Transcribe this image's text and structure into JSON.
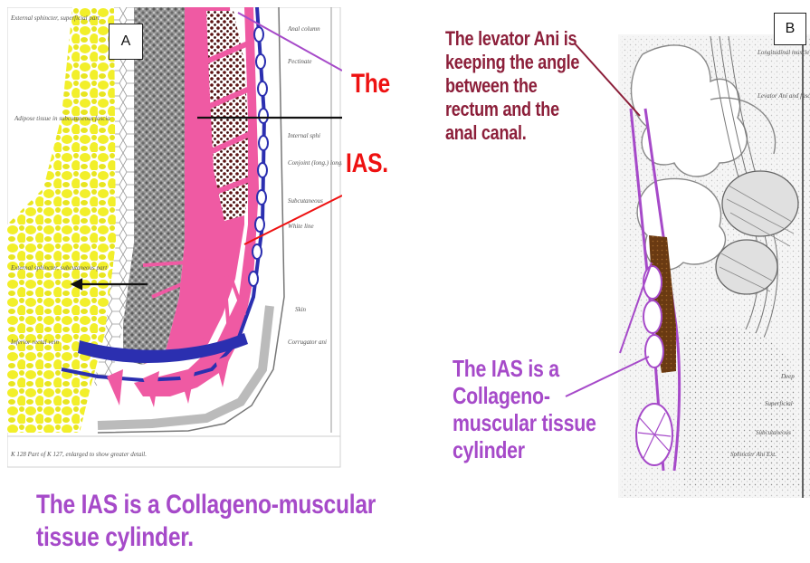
{
  "panel_a": {
    "letter": "A",
    "the_label": "The",
    "ias_label": "IAS.",
    "caption": "The IAS is a Collageno-muscular tissue cylinder.",
    "small_labels": {
      "anal_columns": "Anal column",
      "external_sphincter_superficial": "External sphincter, superficial part",
      "pectinate": "Pectinate",
      "adipose_tissue": "Adipose tissue in subcutaneous fascia",
      "internal_sphincter": "Internal sphi",
      "conjoint_longitudinal": "Conjoint (long.) longitudinal",
      "subcutaneous": "Subcutaneous",
      "white_line": "White line",
      "external_sphincter_subcutaneous": "External sphincter, subcutaneous part",
      "skin": "Skin",
      "inferior_rectal_vein": "Inferior rectal vein",
      "corrugator_ani": "Corrugator ani",
      "figure_caption": "K 128 Part of K 127, enlarged to show greater detail."
    }
  },
  "panel_b": {
    "letter": "B",
    "levator_text": "The levator Ani is keeping the angle between the rectum and the anal canal.",
    "caption": "The IAS is a Collageno-muscular tissue cylinder",
    "small_labels": {
      "longitudinal_muscle_coat": "Longitudinal muscle coat",
      "levator_ani_fascia": "Levator Ani and fascia",
      "deep": "Deep",
      "superficial": "Superficial",
      "subcutaneous": "Subcutaneous",
      "sphincter_ani_externus": "Sphincter Ani Ext."
    }
  },
  "colors": {
    "red_label": "#ee1111",
    "purple_caption": "#a64ac9",
    "levator_text": "#8c1f3a",
    "ias_pink": "#ef5aa3",
    "adipose_yellow": "#f2ef2a",
    "vein_blue": "#2b2fb0",
    "muscle_brown": "#6a3a12"
  }
}
